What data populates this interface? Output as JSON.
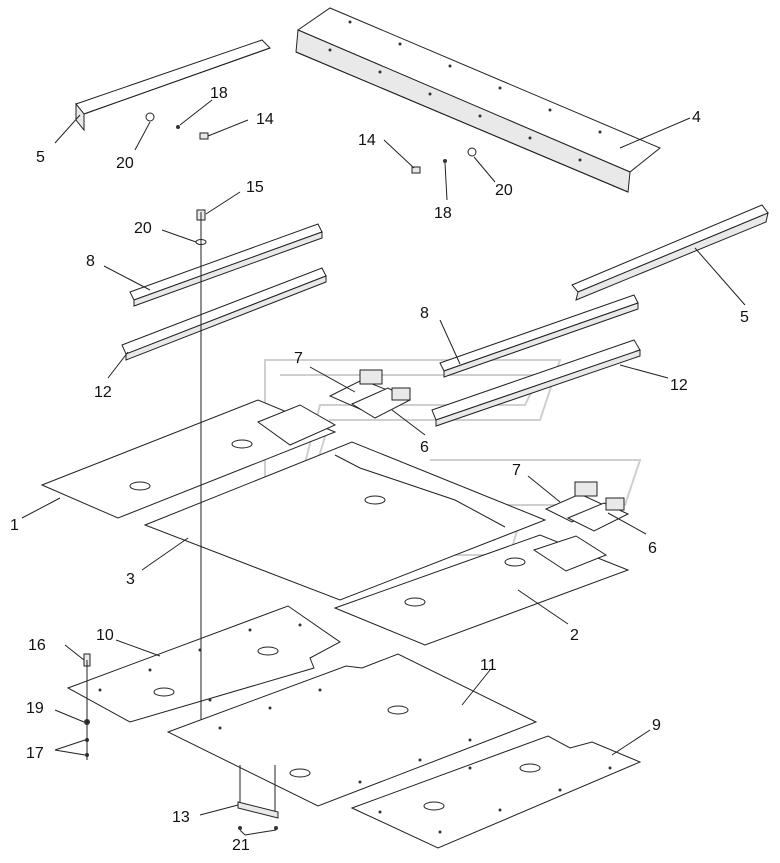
{
  "diagram": {
    "type": "exploded-parts-drawing",
    "callouts": {
      "c1": "1",
      "c2": "2",
      "c3": "3",
      "c4": "4",
      "c5a": "5",
      "c5b": "5",
      "c6a": "6",
      "c6b": "6",
      "c7a": "7",
      "c7b": "7",
      "c8a": "8",
      "c8b": "8",
      "c9": "9",
      "c10": "10",
      "c11": "11",
      "c12a": "12",
      "c12b": "12",
      "c13": "13",
      "c14a": "14",
      "c14b": "14",
      "c15": "15",
      "c16": "16",
      "c17": "17",
      "c18a": "18",
      "c18b": "18",
      "c19": "19",
      "c20a": "20",
      "c20b": "20",
      "c20c": "20",
      "c21": "21"
    }
  }
}
